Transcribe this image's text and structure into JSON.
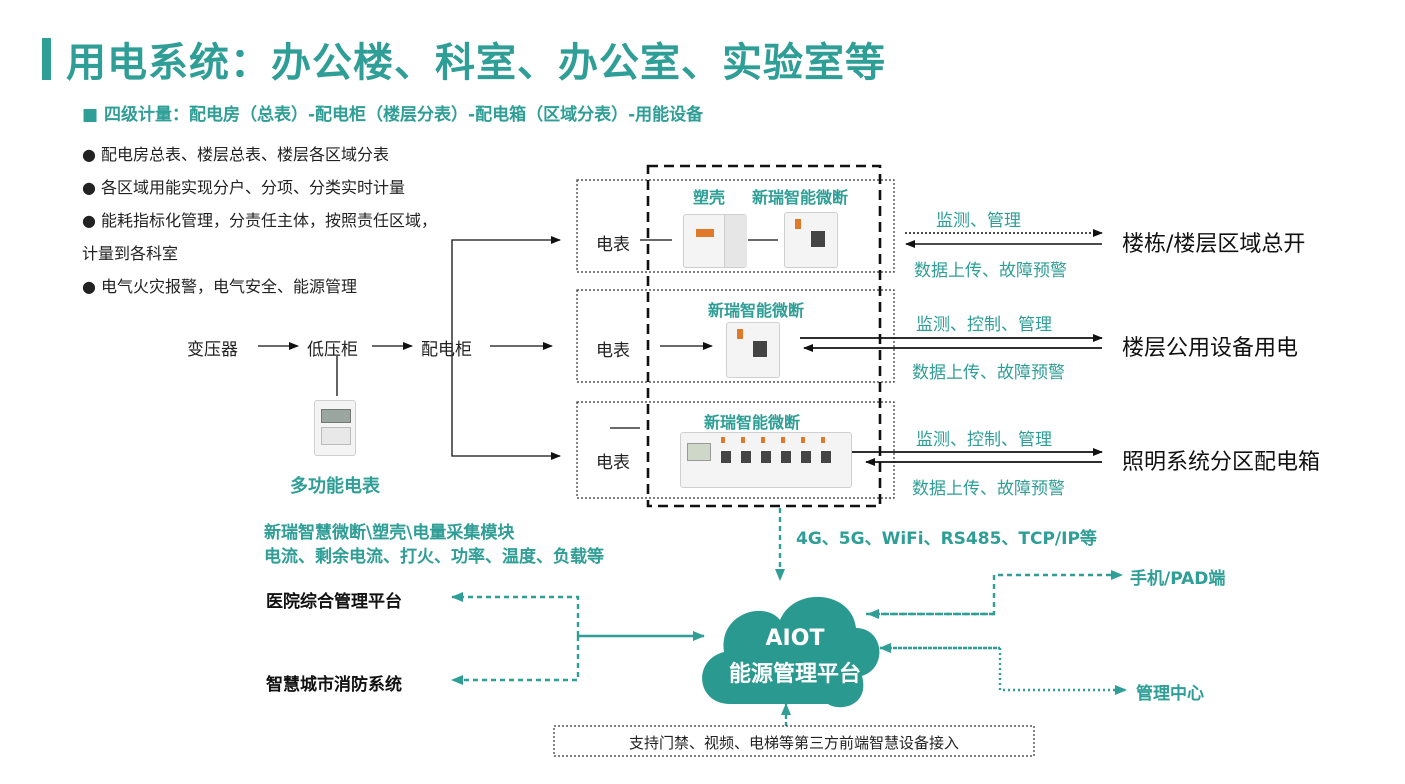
{
  "header": {
    "title": "用电系统：办公楼、科室、办公室、实验室等",
    "subtitle": "■ 四级计量：配电房（总表）-配电柜（楼层分表）-配电箱（区域分表）-用能设备"
  },
  "bullets": [
    "● 配电房总表、楼层总表、楼层各区域分表",
    "● 各区域用能实现分户、分项、分类实时计量",
    "● 能耗指标化管理，分责任主体，按照责任区域，",
    "计量到各科室",
    "● 电气火灾报警，电气安全、能源管理"
  ],
  "chain": {
    "transformer": "变压器",
    "lv_cabinet": "低压柜",
    "dist_cabinet": "配电柜",
    "meter_caption": "多功能电表"
  },
  "rows": [
    {
      "meter": "电表",
      "device_labels": [
        "塑壳",
        "新瑞智能微断"
      ],
      "upper": "监测、管理",
      "lower": "数据上传、故障预警",
      "target": "楼栋/楼层区域总开"
    },
    {
      "meter": "电表",
      "device_labels": [
        "新瑞智能微断"
      ],
      "upper": "监测、控制、管理",
      "lower": "数据上传、故障预警",
      "target": "楼层公用设备用电"
    },
    {
      "meter": "电表",
      "device_labels": [
        "新瑞智能微断"
      ],
      "upper": "监测、控制、管理",
      "lower": "数据上传、故障预警",
      "target": "照明系统分区配电箱"
    }
  ],
  "modules": {
    "line1": "新瑞智慧微断\\塑壳\\电量采集模块",
    "line2": "电流、剩余电流、打火、功率、温度、负载等"
  },
  "network": "4G、5G、WiFi、RS485、TCP/IP等",
  "platform": {
    "line1": "AIOT",
    "line2": "能源管理平台"
  },
  "left_targets": [
    "医院综合管理平台",
    "智慧城市消防系统"
  ],
  "right_targets": [
    "手机/PAD端",
    "管理中心"
  ],
  "bottom_note": "支持门禁、视频、电梯等第三方前端智慧设备接入",
  "colors": {
    "accent": "#2e9e96",
    "cloud": "#2a9a91",
    "text": "#222222"
  }
}
